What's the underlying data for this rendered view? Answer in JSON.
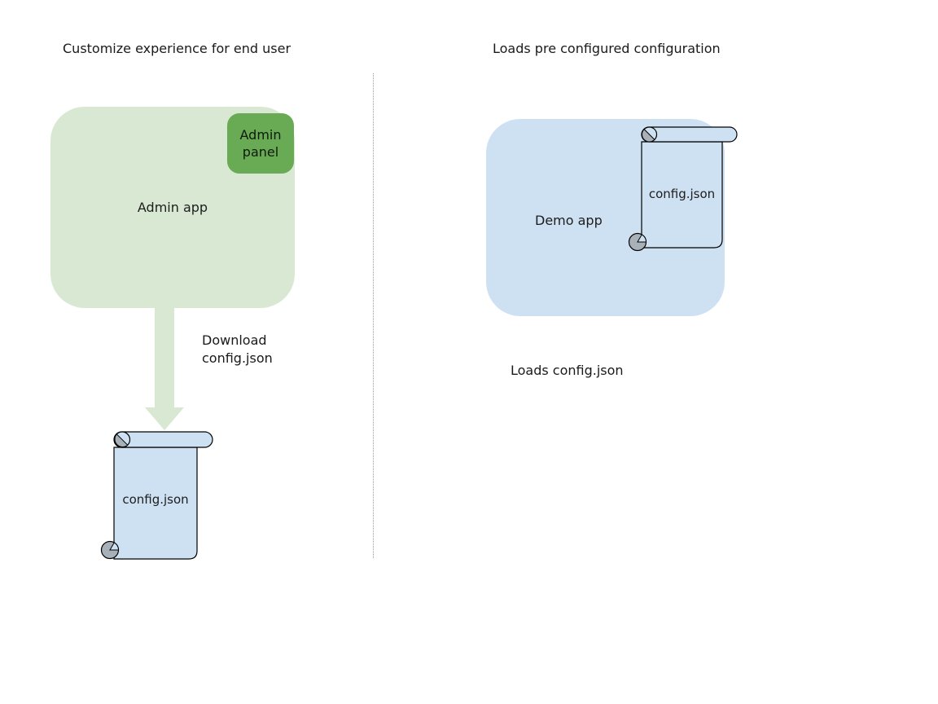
{
  "left_panel": {
    "title": "Customize experience for end user",
    "admin_app_label": "Admin app",
    "admin_panel_label": "Admin panel",
    "arrow_label": "Download\nconfig.json",
    "scroll_label": "config.json"
  },
  "right_panel": {
    "title": "Loads pre configured configuration",
    "demo_app_label": "Demo app",
    "scroll_label": "config.json",
    "caption": "Loads config.json"
  },
  "colors": {
    "admin_app_fill": "#d9e8d2",
    "admin_panel_fill": "#68ab54",
    "demo_app_fill": "#cee1f2",
    "scroll_fill": "#cee1f2",
    "scroll_curl_gray": "#a8b0b8",
    "arrow_fill": "#d9e8d2",
    "outline": "#000000",
    "divider_gray": "#999999",
    "text": "#1a1a1a",
    "background": "#ffffff"
  }
}
